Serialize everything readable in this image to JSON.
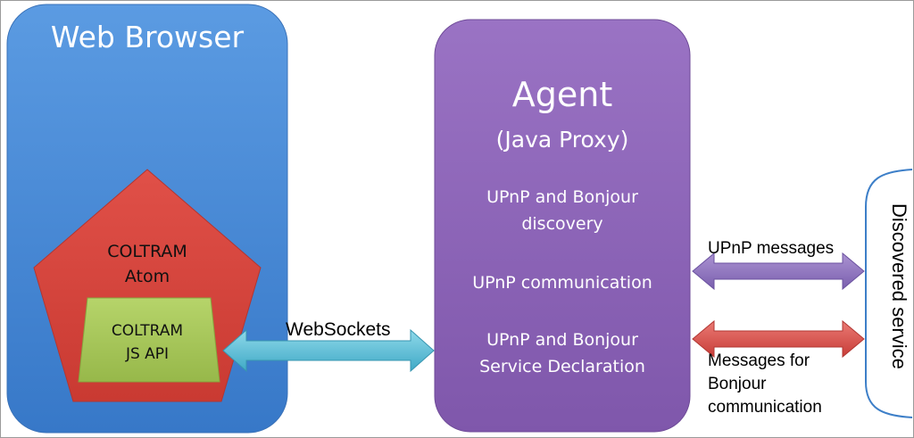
{
  "colors": {
    "browser": "#3f86d4",
    "agent": "#8e66b8",
    "atom": "#d8453c",
    "api": "#a9c95a",
    "websocket_arrow": "#58bed6",
    "upnp_arrow": "#8f73bd",
    "bonjour_arrow": "#d9534f",
    "service_bracket": "#3d7fc8"
  },
  "browser": {
    "title": "Web Browser"
  },
  "atom": {
    "line1": "COLTRAM",
    "line2": "Atom"
  },
  "api": {
    "line1": "COLTRAM",
    "line2": "JS API"
  },
  "agent": {
    "title": "Agent",
    "subtitle": "(Java Proxy)",
    "discovery_line1": "UPnP and Bonjour",
    "discovery_line2": "discovery",
    "communication": "UPnP communication",
    "declaration_line1": "UPnP and Bonjour",
    "declaration_line2": "Service Declaration"
  },
  "links": {
    "websockets": "WebSockets",
    "upnp_messages": "UPnP messages",
    "bonjour_line1": "Messages for",
    "bonjour_line2": "Bonjour",
    "bonjour_line3": "communication"
  },
  "service": {
    "label": "Discovered service"
  }
}
